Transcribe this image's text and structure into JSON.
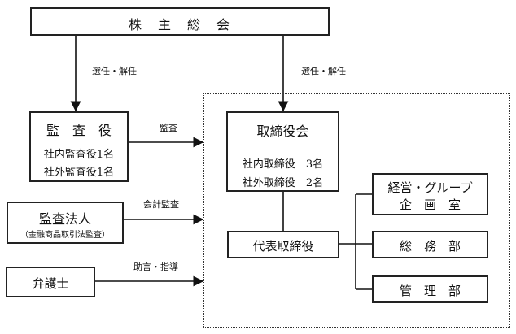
{
  "shareholders_meeting": {
    "label": "株　主　総　会"
  },
  "auditors": {
    "title": "監　査　役",
    "line1": "社内監査役1名",
    "line2": "社外監査役1名"
  },
  "audit_firm": {
    "title": "監査法人",
    "subtitle": "（金融商品取引法監査）"
  },
  "lawyer": {
    "title": "弁護士"
  },
  "board": {
    "title": "取締役会",
    "line1": "社内取締役　3名",
    "line2": "社外取締役　2名"
  },
  "representative": {
    "title": "代表取締役"
  },
  "departments": {
    "planning_line1": "経営・グループ",
    "planning_line2": "企　画　室",
    "general_affairs": "総　務　部",
    "management": "管　理　部"
  },
  "edges": {
    "elect_dismiss_left": "選任・解任",
    "elect_dismiss_right": "選任・解任",
    "audit": "監査",
    "accounting_audit": "会計監査",
    "advice_guidance": "助言・指導"
  }
}
